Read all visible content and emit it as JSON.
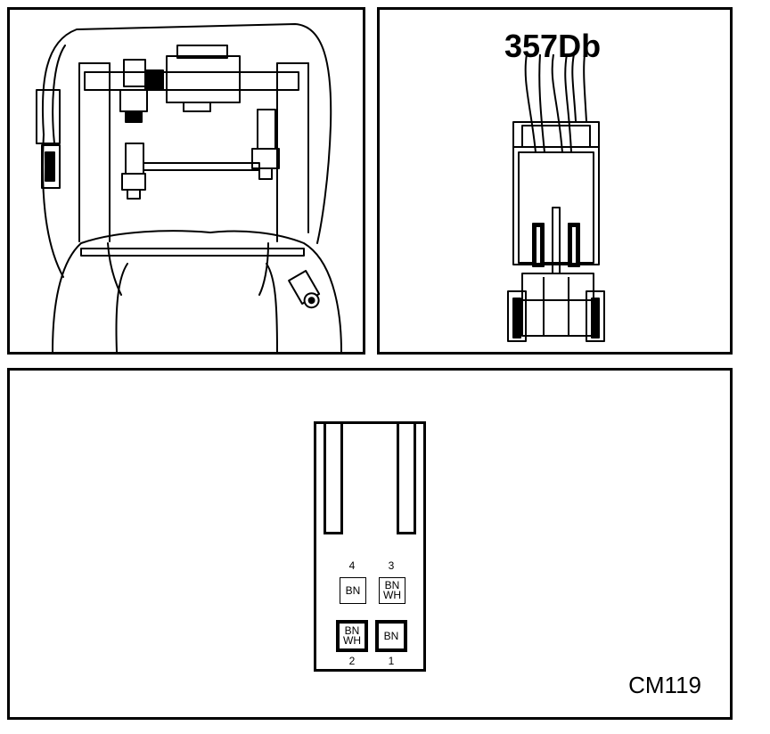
{
  "connector": {
    "id": "357Db"
  },
  "diagram": {
    "code": "CM119"
  },
  "pins": [
    {
      "number": "4",
      "color_code": "BN"
    },
    {
      "number": "3",
      "color_code": "BN\nWH"
    },
    {
      "number": "2",
      "color_code": "BN\nWH"
    },
    {
      "number": "1",
      "color_code": "BN"
    }
  ]
}
